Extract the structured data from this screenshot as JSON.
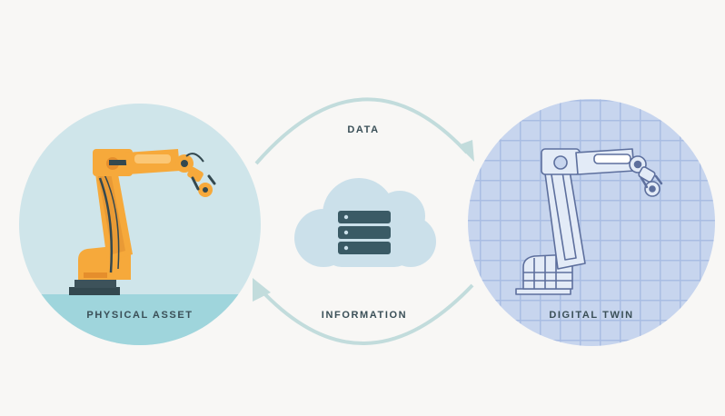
{
  "labels": {
    "physical": "PHYSICAL ASSET",
    "digital": "DIGITAL TWIN",
    "data": "DATA",
    "information": "INFORMATION"
  },
  "icons": {
    "physical_robot": "robot-arm-icon",
    "digital_robot": "wireframe-robot-arm-icon",
    "cloud": "cloud-icon",
    "server": "server-stack-icon",
    "arrow_top": "arrow-right-icon",
    "arrow_bottom": "arrow-left-icon"
  },
  "colors": {
    "background": "#f8f7f5",
    "physical_circle": "#cfe5ea",
    "physical_floor": "#9fd5dc",
    "digital_circle": "#c7d5ee",
    "digital_grid": "#a9bde3",
    "robot_orange": "#f6a93b",
    "robot_dark": "#33484f",
    "wire_blue": "#5d6f9d",
    "arrow": "#c2dcdc",
    "cloud": "#cbe0ea",
    "server": "#3a5a65",
    "text": "#3a4f57"
  }
}
